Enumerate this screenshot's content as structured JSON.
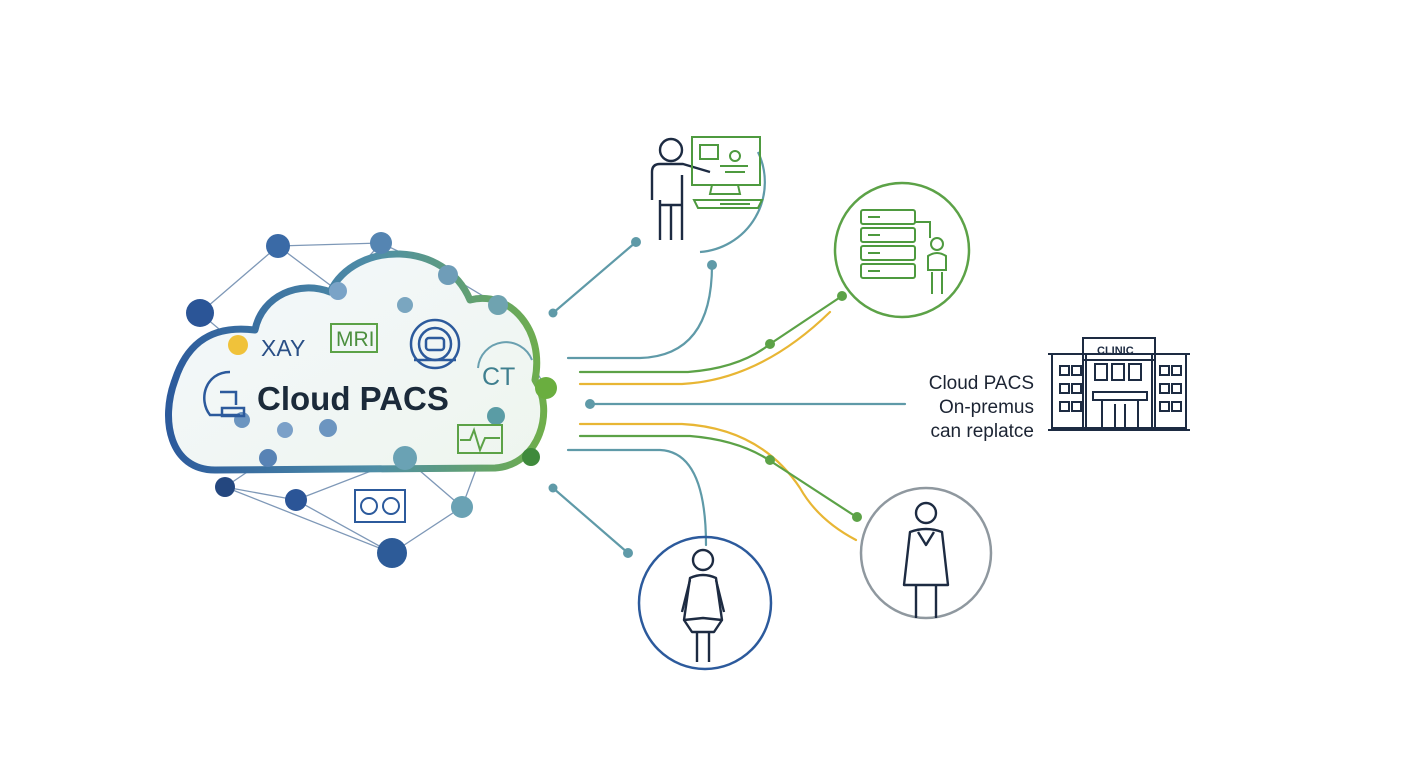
{
  "cloud": {
    "title": "Cloud PACS",
    "modalities": {
      "xray": "XAY",
      "mri": "MRI",
      "ct": "CT"
    }
  },
  "clinic": {
    "sign": "CLINIC"
  },
  "caption": {
    "lines": [
      "Cloud PACS",
      "On-premus",
      "can replatce"
    ]
  },
  "colors": {
    "blue": "#2c5a9c",
    "green": "#5ca247",
    "teal": "#5f9aa8",
    "yellow": "#e8b634",
    "gray": "#8f989f",
    "dark": "#1d2b42"
  }
}
